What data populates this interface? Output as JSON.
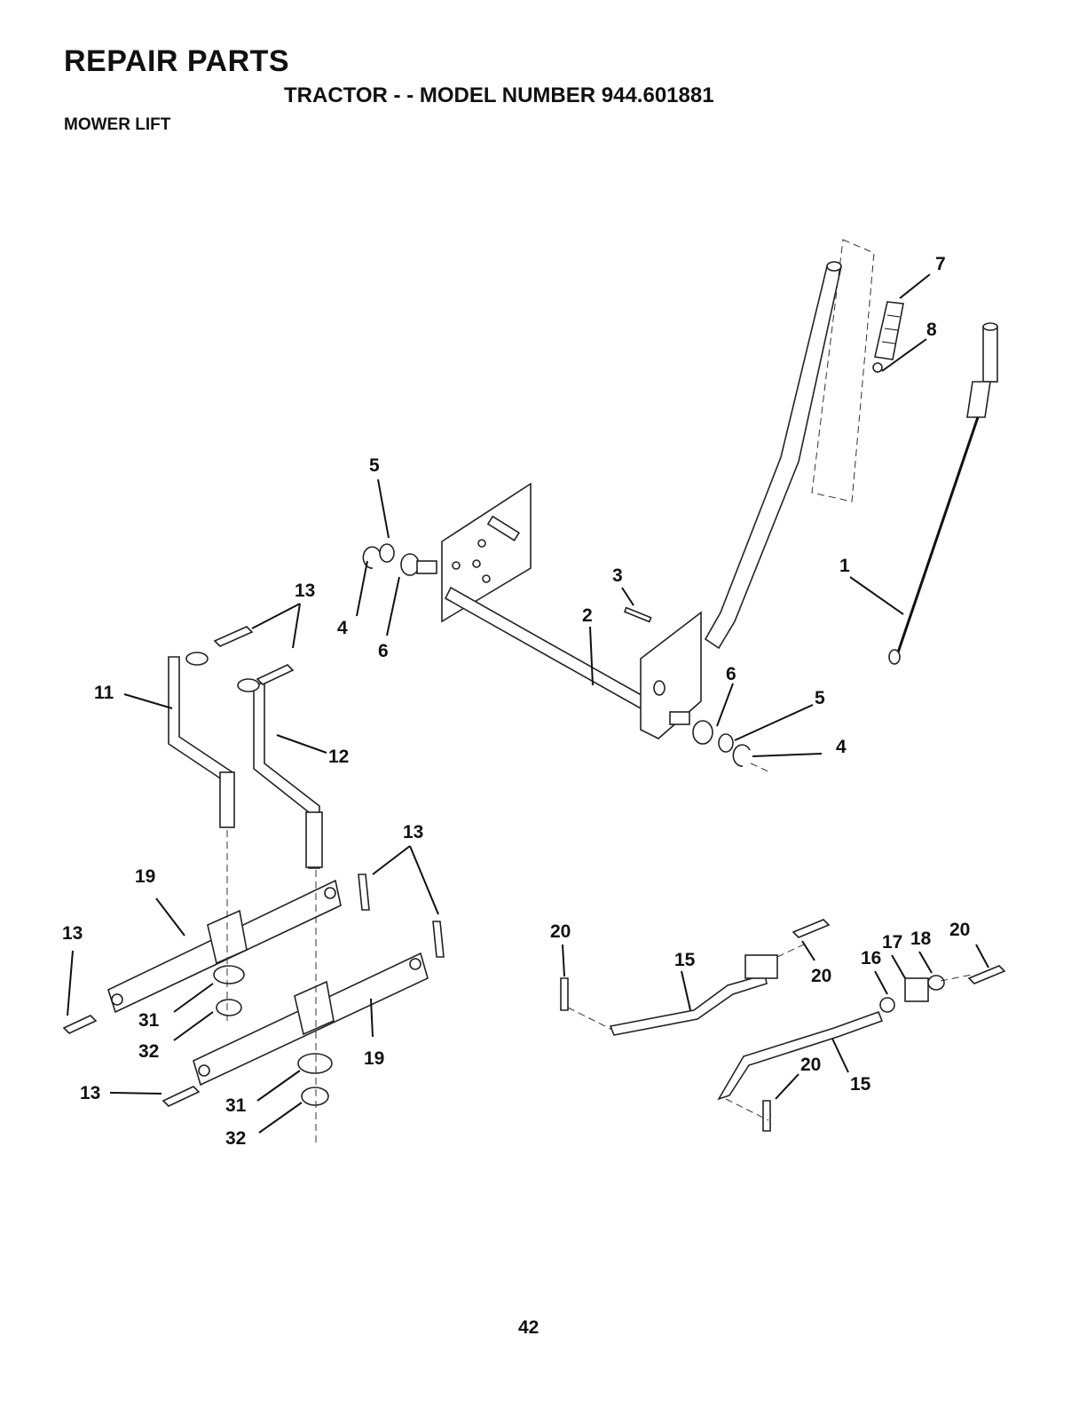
{
  "header": {
    "title": "REPAIR PARTS",
    "subtitle": "TRACTOR - - MODEL NUMBER 944.601881",
    "section": "MOWER LIFT"
  },
  "page_number": "42",
  "callouts": [
    {
      "id": "c1",
      "text": "1"
    },
    {
      "id": "c2",
      "text": "2"
    },
    {
      "id": "c3",
      "text": "3"
    },
    {
      "id": "c4a",
      "text": "4"
    },
    {
      "id": "c4b",
      "text": "4"
    },
    {
      "id": "c5a",
      "text": "5"
    },
    {
      "id": "c5b",
      "text": "5"
    },
    {
      "id": "c6a",
      "text": "6"
    },
    {
      "id": "c6b",
      "text": "6"
    },
    {
      "id": "c7",
      "text": "7"
    },
    {
      "id": "c8",
      "text": "8"
    },
    {
      "id": "c11",
      "text": "11"
    },
    {
      "id": "c12",
      "text": "12"
    },
    {
      "id": "c13a",
      "text": "13"
    },
    {
      "id": "c13b",
      "text": "13"
    },
    {
      "id": "c13c",
      "text": "13"
    },
    {
      "id": "c13d",
      "text": "13"
    },
    {
      "id": "c15a",
      "text": "15"
    },
    {
      "id": "c15b",
      "text": "15"
    },
    {
      "id": "c16",
      "text": "16"
    },
    {
      "id": "c17",
      "text": "17"
    },
    {
      "id": "c18",
      "text": "18"
    },
    {
      "id": "c19a",
      "text": "19"
    },
    {
      "id": "c19b",
      "text": "19"
    },
    {
      "id": "c20a",
      "text": "20"
    },
    {
      "id": "c20b",
      "text": "20"
    },
    {
      "id": "c20c",
      "text": "20"
    },
    {
      "id": "c20d",
      "text": "20"
    },
    {
      "id": "c31a",
      "text": "31"
    },
    {
      "id": "c31b",
      "text": "31"
    },
    {
      "id": "c32a",
      "text": "32"
    },
    {
      "id": "c32b",
      "text": "32"
    }
  ]
}
